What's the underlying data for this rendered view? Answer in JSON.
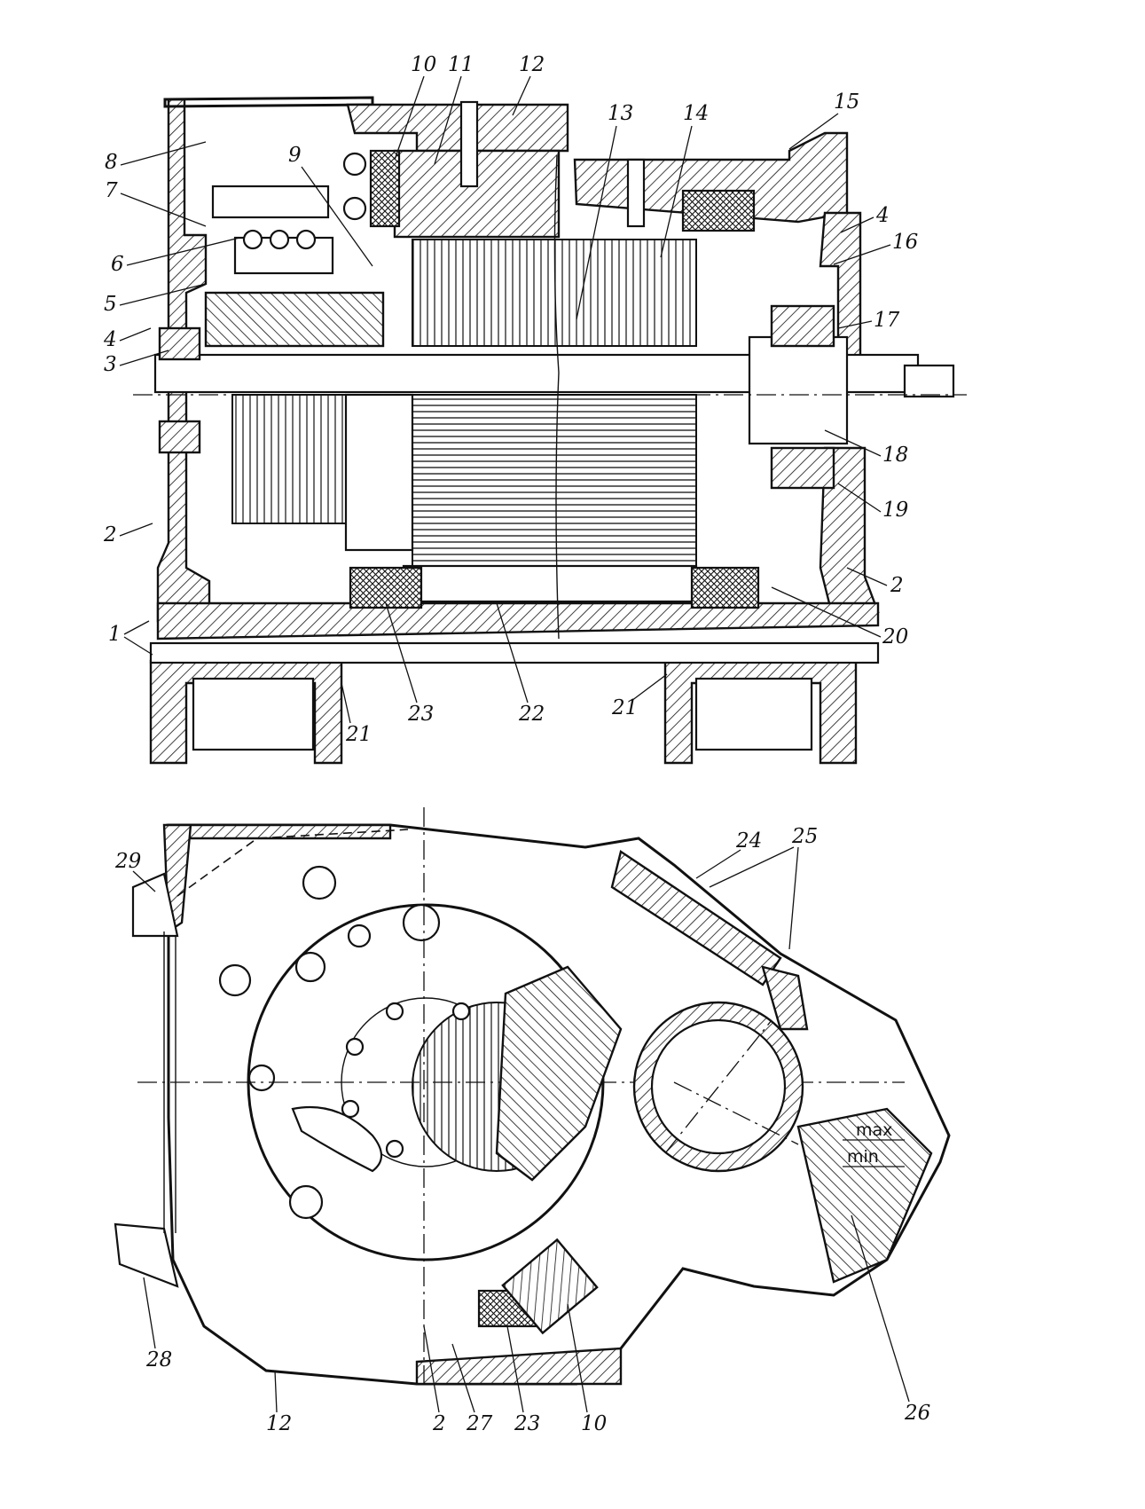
{
  "top_view": {
    "labels": [
      "1",
      "2",
      "2",
      "3",
      "4",
      "4",
      "5",
      "6",
      "7",
      "8",
      "9",
      "10",
      "11",
      "12",
      "13",
      "14",
      "15",
      "16",
      "17",
      "18",
      "19",
      "20",
      "21",
      "21",
      "22",
      "23"
    ]
  },
  "bottom_view": {
    "labels": [
      "2",
      "10",
      "12",
      "23",
      "24",
      "25",
      "26",
      "27",
      "28",
      "29"
    ],
    "gauge_max": "max",
    "gauge_min": "min"
  }
}
